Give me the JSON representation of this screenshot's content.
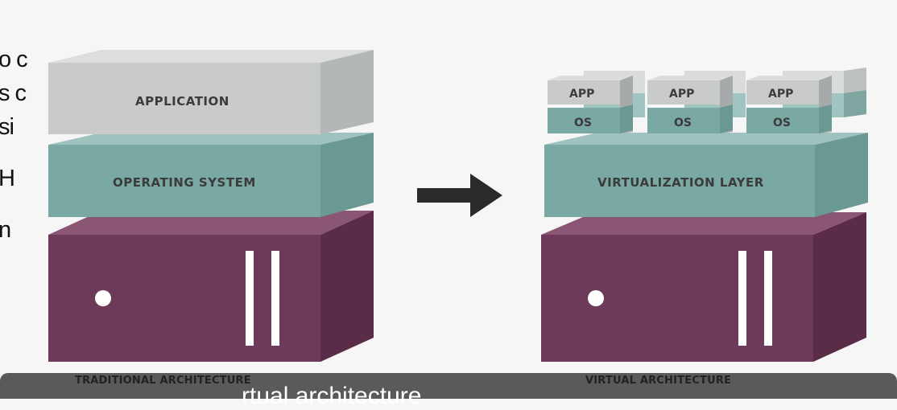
{
  "left_fragments": [
    "o c",
    "s c",
    "si",
    "H",
    "n"
  ],
  "traditional": {
    "application": "APPLICATION",
    "operating_system": "OPERATING SYSTEM",
    "caption": "TRADITIONAL ARCHITECTURE"
  },
  "virtual": {
    "apps": [
      "APP",
      "APP",
      "APP"
    ],
    "oses": [
      "OS",
      "OS",
      "OS"
    ],
    "virtualization_layer": "VIRTUALIZATION LAYER",
    "caption": "VIRTUAL ARCHITECTURE"
  },
  "subtitle": "rtual architecture",
  "colors": {
    "app_front": "#c9cbcb",
    "os_front": "#7aa9a3",
    "server_front": "#6e3a5a",
    "arrow": "#2a2a2a"
  }
}
